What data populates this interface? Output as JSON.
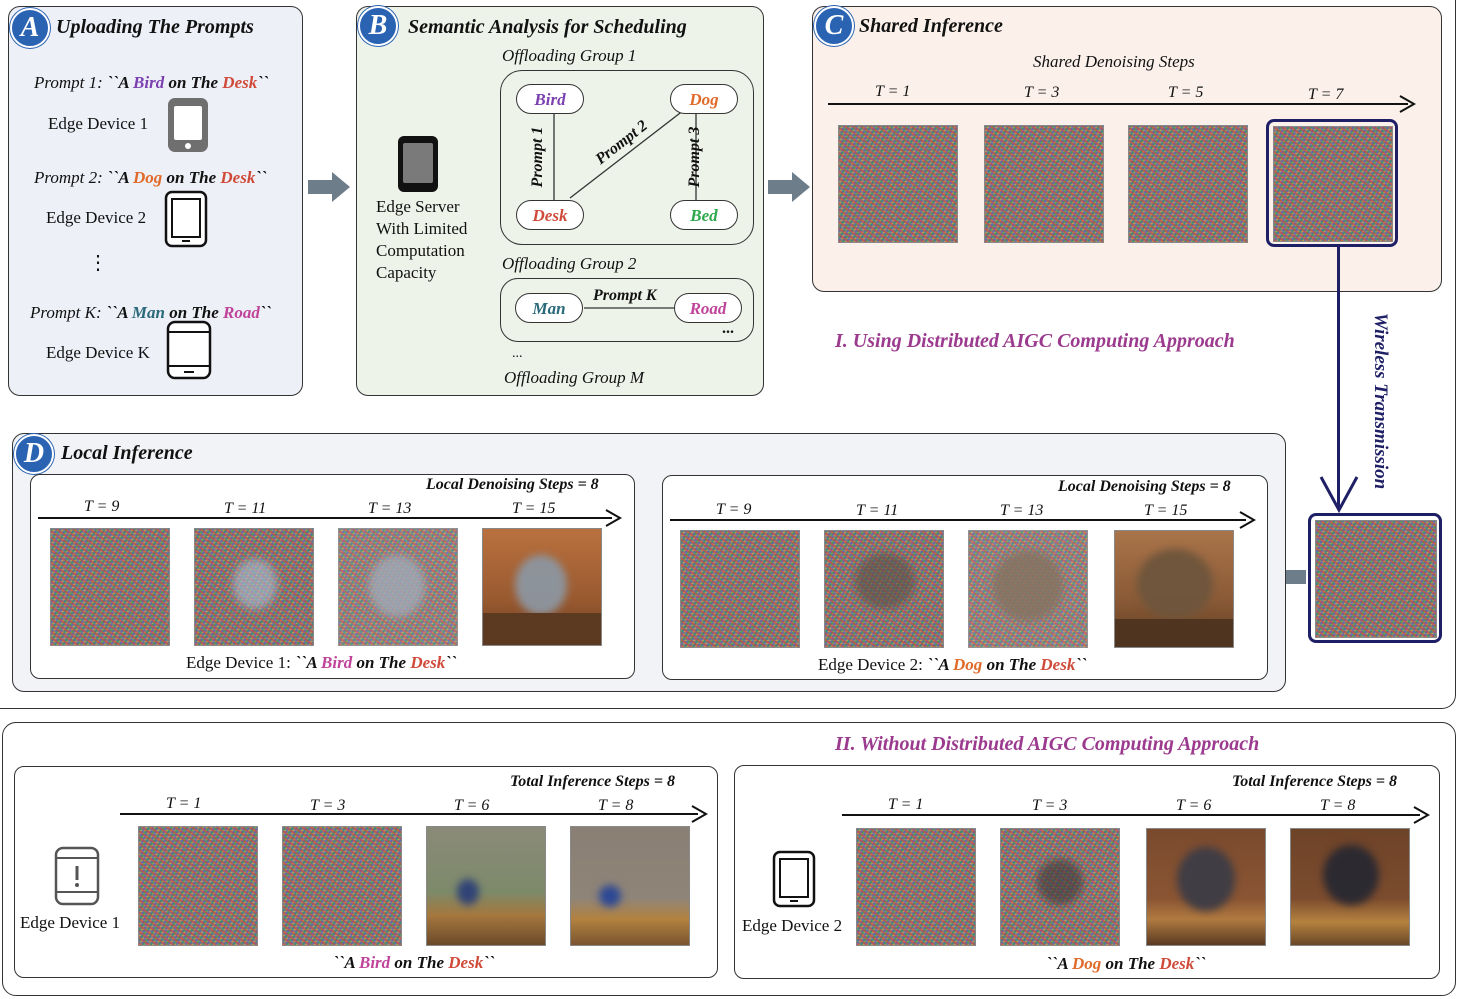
{
  "panel_a": {
    "badge": "A",
    "title": "Uploading The Prompts",
    "p1": {
      "prefix": "Prompt 1:",
      "open": " ``A ",
      "w1": "Bird",
      "mid": " on The ",
      "w2": "Desk",
      "close": "``"
    },
    "d1": "Edge Device 1",
    "p2": {
      "prefix": "Prompt 2:",
      "open": " ``A ",
      "w1": "Dog",
      "mid": " on The ",
      "w2": "Desk",
      "close": "``"
    },
    "d2": "Edge Device 2",
    "ellipsis": "⋮",
    "pk": {
      "prefix": "Prompt K:",
      "open": " ``A ",
      "w1": "Man",
      "mid": " on The ",
      "w2": "Road",
      "close": "``"
    },
    "dk": "Edge Device K"
  },
  "panel_b": {
    "badge": "B",
    "title": "Semantic Analysis for Scheduling",
    "server": [
      "Edge Server",
      "With Limited",
      "Computation",
      "Capacity"
    ],
    "group1": "Offloading Group 1",
    "bird": "Bird",
    "dog": "Dog",
    "desk": "Desk",
    "bed": "Bed",
    "prompt1": "Prompt 1",
    "prompt2": "Prompt 2",
    "prompt3": "Prompt 3",
    "group2": "Offloading Group 2",
    "man": "Man",
    "road": "Road",
    "promptk": "Prompt K",
    "dots": "...",
    "dots2": "...",
    "groupm": "Offloading Group M"
  },
  "panel_c": {
    "badge": "C",
    "title": "Shared Inference",
    "subtitle": "Shared Denoising Steps",
    "t": [
      "T = 1",
      "T = 3",
      "T = 5",
      "T = 7"
    ]
  },
  "section1_label": "I. Using Distributed AIGC Computing Approach",
  "wireless": "Wireless Transmission",
  "panel_d": {
    "badge": "D",
    "title": "Local Inference",
    "left": {
      "steps": "Local Denoising Steps = 8",
      "t": [
        "T = 9",
        "T = 11",
        "T = 13",
        "T = 15"
      ],
      "cap": {
        "device": "Edge Device 1:  ",
        "open": "``A ",
        "w1": "Bird",
        "mid": " on The ",
        "w2": "Desk",
        "close": "``"
      }
    },
    "right": {
      "steps": "Local Denoising Steps = 8",
      "t": [
        "T = 9",
        "T = 11",
        "T = 13",
        "T = 15"
      ],
      "cap": {
        "device": "Edge Device 2:  ",
        "open": "``A ",
        "w1": "Dog",
        "mid": " on The ",
        "w2": "Desk",
        "close": "``"
      }
    }
  },
  "section2_label": "II. Without Distributed AIGC Computing Approach",
  "bottom": {
    "left": {
      "steps": "Total Inference Steps = 8",
      "t": [
        "T = 1",
        "T = 3",
        "T = 6",
        "T = 8"
      ],
      "device": "Edge Device 1",
      "cap": {
        "open": "``A ",
        "w1": "Bird",
        "mid": " on The ",
        "w2": "Desk",
        "close": "``"
      }
    },
    "right": {
      "steps": "Total Inference Steps = 8",
      "t": [
        "T = 1",
        "T = 3",
        "T = 6",
        "T = 8"
      ],
      "device": "Edge Device 2",
      "cap": {
        "open": "``A ",
        "w1": "Dog",
        "mid": " on The ",
        "w2": "Desk",
        "close": "``"
      }
    }
  },
  "colors": {
    "badge": "#2b63b3",
    "section": "#9b3a8e",
    "wireless_line": "#1f1f66",
    "grey_arrow": "#6d7d8a"
  }
}
